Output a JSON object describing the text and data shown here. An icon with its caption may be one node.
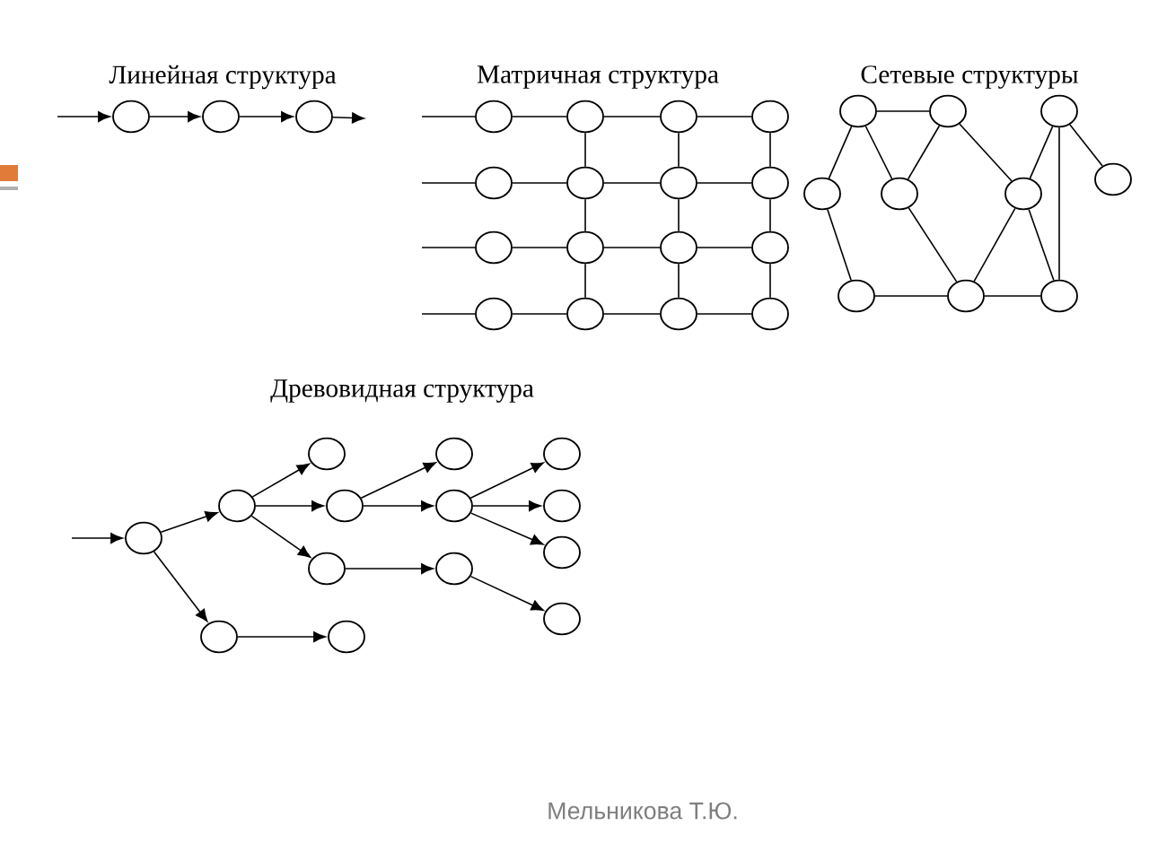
{
  "diagram": {
    "nodes": [
      {
        "text": [],
        "shape": "circle"
      },
      {
        "text": [],
        "shape": "circle"
      },
      {
        "text": [],
        "shape": "circle"
      },
      {
        "text": [],
        "shape": "circle"
      },
      {
        "text": [],
        "shape": "circle"
      },
      {
        "text": [],
        "shape": "circle"
      },
      {
        "text": [],
        "shape": "circle"
      },
      {
        "text": [],
        "shape": "circle"
      },
      {
        "text": [],
        "shape": "circle"
      },
      {
        "text": [],
        "shape": "circle"
      },
      {
        "text": [],
        "shape": "circle"
      },
      {
        "text": [],
        "shape": "circle"
      },
      {
        "text": [],
        "shape": "circle"
      },
      {
        "text": [],
        "shape": "circle"
      },
      {
        "text": [],
        "shape": "circle"
      },
      {
        "text": [],
        "shape": "circle"
      },
      {
        "text": [],
        "shape": "circle"
      },
      {
        "text": [],
        "shape": "circle"
      },
      {
        "text": [],
        "shape": "circle"
      },
      {
        "text": [],
        "shape": "circle"
      },
      {
        "text": [],
        "shape": "circle"
      },
      {
        "text": [],
        "shape": "circle"
      },
      {
        "text": [],
        "shape": "circle"
      },
      {
        "text": [],
        "shape": "circle"
      },
      {
        "text": [],
        "shape": "circle"
      },
      {
        "text": [],
        "shape": "circle"
      },
      {
        "text": [],
        "shape": "circle"
      },
      {
        "text": [],
        "shape": "circle"
      },
      {
        "text": [],
        "shape": "circle"
      },
      {
        "text": [],
        "shape": "circle"
      },
      {
        "text": [],
        "shape": "circle"
      },
      {
        "text": [],
        "shape": "circle"
      },
      {
        "text": [],
        "shape": "circle"
      },
      {
        "text": [],
        "shape": "circle"
      },
      {
        "text": [],
        "shape": "circle"
      },
      {
        "text": [],
        "shape": "circle"
      },
      {
        "text": [],
        "shape": "circle"
      },
      {
        "text": [],
        "shape": "circle"
      },
      {
        "text": [],
        "shape": "circle"
      },
      {
        "text": [],
        "shape": "circle"
      },
      {
        "text": [],
        "shape": "circle"
      },
      {
        "text": [],
        "shape": "circle"
      },
      {
        "text": [],
        "shape": "circle"
      }
    ],
    "edges": [
      {
        "from": null,
        "to": 0,
        "arrow": "to"
      },
      {
        "from": 0,
        "to": 1,
        "arrow": "to"
      },
      {
        "from": 1,
        "to": 2,
        "arrow": "to"
      },
      {
        "from": 2,
        "to": null,
        "arrow": "to"
      },
      {
        "from": null,
        "to": 3,
        "arrow": "none"
      },
      {
        "from": 3,
        "to": 4,
        "arrow": "none"
      },
      {
        "from": 4,
        "to": 5,
        "arrow": "none"
      },
      {
        "from": 5,
        "to": 6,
        "arrow": "none"
      },
      {
        "from": null,
        "to": 7,
        "arrow": "none"
      },
      {
        "from": 7,
        "to": 8,
        "arrow": "none"
      },
      {
        "from": 8,
        "to": 9,
        "arrow": "none"
      },
      {
        "from": 9,
        "to": 10,
        "arrow": "none"
      },
      {
        "from": null,
        "to": 11,
        "arrow": "none"
      },
      {
        "from": 11,
        "to": 12,
        "arrow": "none"
      },
      {
        "from": 12,
        "to": 13,
        "arrow": "none"
      },
      {
        "from": 13,
        "to": 14,
        "arrow": "none"
      },
      {
        "from": null,
        "to": 15,
        "arrow": "none"
      },
      {
        "from": 15,
        "to": 16,
        "arrow": "none"
      },
      {
        "from": 16,
        "to": 17,
        "arrow": "none"
      },
      {
        "from": 17,
        "to": 18,
        "arrow": "none"
      },
      {
        "from": 4,
        "to": 8,
        "arrow": "none"
      },
      {
        "from": 8,
        "to": 12,
        "arrow": "none"
      },
      {
        "from": 12,
        "to": 16,
        "arrow": "none"
      },
      {
        "from": 5,
        "to": 9,
        "arrow": "none"
      },
      {
        "from": 9,
        "to": 13,
        "arrow": "none"
      },
      {
        "from": 13,
        "to": 17,
        "arrow": "none"
      },
      {
        "from": 6,
        "to": 10,
        "arrow": "none"
      },
      {
        "from": 10,
        "to": 14,
        "arrow": "none"
      },
      {
        "from": 14,
        "to": 18,
        "arrow": "none"
      },
      {
        "from": 19,
        "to": 20,
        "arrow": "none"
      },
      {
        "from": 19,
        "to": 22,
        "arrow": "none"
      },
      {
        "from": 19,
        "to": 23,
        "arrow": "none"
      },
      {
        "from": 20,
        "to": 23,
        "arrow": "none"
      },
      {
        "from": 20,
        "to": 24,
        "arrow": "none"
      },
      {
        "from": 21,
        "to": 24,
        "arrow": "none"
      },
      {
        "from": 21,
        "to": 25,
        "arrow": "none"
      },
      {
        "from": 21,
        "to": 28,
        "arrow": "none"
      },
      {
        "from": 22,
        "to": 26,
        "arrow": "none"
      },
      {
        "from": 23,
        "to": 27,
        "arrow": "none"
      },
      {
        "from": 24,
        "to": 27,
        "arrow": "none"
      },
      {
        "from": 24,
        "to": 28,
        "arrow": "none"
      },
      {
        "from": 26,
        "to": 27,
        "arrow": "none"
      },
      {
        "from": 27,
        "to": 28,
        "arrow": "none"
      },
      {
        "from": null,
        "to": 29,
        "arrow": "to"
      },
      {
        "from": 29,
        "to": 30,
        "arrow": "to"
      },
      {
        "from": 29,
        "to": 31,
        "arrow": "to"
      },
      {
        "from": 30,
        "to": 32,
        "arrow": "to"
      },
      {
        "from": 30,
        "to": 33,
        "arrow": "to"
      },
      {
        "from": 30,
        "to": 34,
        "arrow": "to"
      },
      {
        "from": 31,
        "to": 35,
        "arrow": "to"
      },
      {
        "from": 33,
        "to": 36,
        "arrow": "to"
      },
      {
        "from": 33,
        "to": 37,
        "arrow": "to"
      },
      {
        "from": 34,
        "to": 38,
        "arrow": "to"
      },
      {
        "from": 37,
        "to": 39,
        "arrow": "to"
      },
      {
        "from": 37,
        "to": 40,
        "arrow": "to"
      },
      {
        "from": 37,
        "to": 41,
        "arrow": "to"
      },
      {
        "from": 38,
        "to": 42,
        "arrow": "to"
      }
    ],
    "labels": [
      "Линейная структура",
      "Матричная структура",
      "Сетевые структуры",
      "Древовидная структура",
      "Мельникова Т.Ю."
    ]
  }
}
